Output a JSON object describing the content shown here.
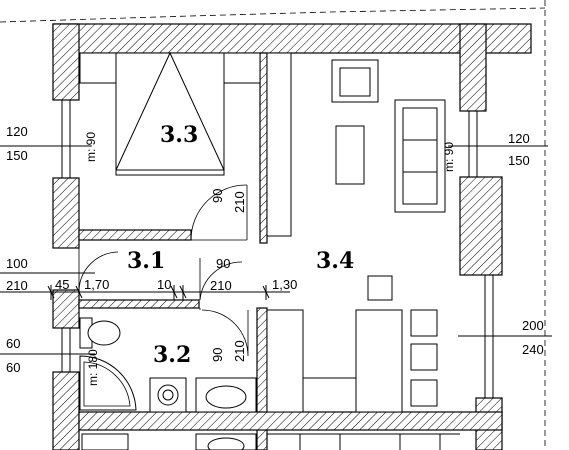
{
  "rooms": {
    "r31": "3.1",
    "r32": "3.2",
    "r33": "3.3",
    "r34": "3.4"
  },
  "windows": {
    "left_top": {
      "top": "120",
      "bottom": "150",
      "note": "m: 90"
    },
    "right_top": {
      "top": "120",
      "bottom": "150",
      "note": "m: 90"
    },
    "left_mid": {
      "top": "100",
      "bottom": "210"
    },
    "left_bottom": {
      "top": "60",
      "bottom": "60",
      "note": "m: 180"
    },
    "right_bottom": {
      "top": "200",
      "bottom": "240"
    }
  },
  "doors": {
    "bedroom": {
      "width": "90",
      "height": "210"
    },
    "hall_living": {
      "width": "90",
      "height": "210"
    },
    "bathroom": {
      "width": "90",
      "height": "210"
    }
  },
  "chain": {
    "d1": "45",
    "d2": "1,70",
    "d3": "10",
    "d4": "1,30"
  },
  "colors": {
    "line": "#000000",
    "background": "#ffffff"
  }
}
